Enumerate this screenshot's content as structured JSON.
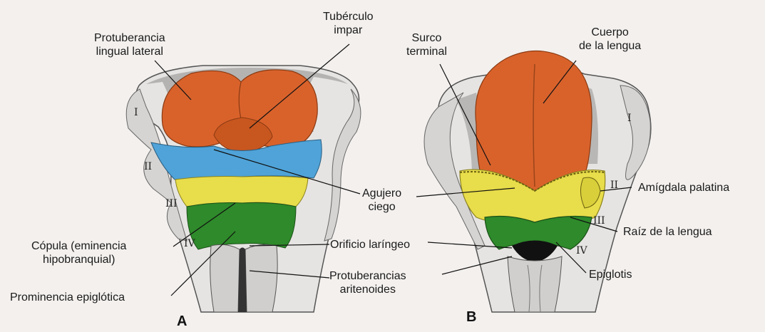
{
  "panels": {
    "a": "A",
    "b": "B"
  },
  "labels_a": {
    "protuberancia_lingual_lateral": [
      "Protuberancia",
      "lingual lateral"
    ],
    "tuberculo_impar": [
      "Tubérculo",
      "impar"
    ],
    "agujero_ciego": [
      "Agujero",
      "ciego"
    ],
    "copula": [
      "Cópula (eminencia",
      "hipobranquial)"
    ],
    "prominencia_epiglotica": "Prominencia epiglótica",
    "orificio_laringeo": "Orificio laríngeo",
    "protuberancias_aritenoides": [
      "Protuberancias",
      "aritenoides"
    ]
  },
  "labels_b": {
    "surco_terminal": [
      "Surco",
      "terminal"
    ],
    "cuerpo_de_la_lengua": [
      "Cuerpo",
      "de la lengua"
    ],
    "amigdala_palatina": "Amígdala palatina",
    "raiz_de_la_lengua": "Raíz de la lengua",
    "epiglotis": "Epiglotis"
  },
  "arches": {
    "a": [
      "I",
      "II",
      "III",
      "IV"
    ],
    "b": [
      "I",
      "II",
      "III",
      "IV"
    ]
  },
  "colors": {
    "lateral_lingual": "#d9622b",
    "copula_blue": "#4fa3d8",
    "copula_yellow": "#e8dd4a",
    "epiglottic_green": "#2e8a2a",
    "tissue_gray": "#c9c9c9",
    "background": "#f3f0ee"
  }
}
